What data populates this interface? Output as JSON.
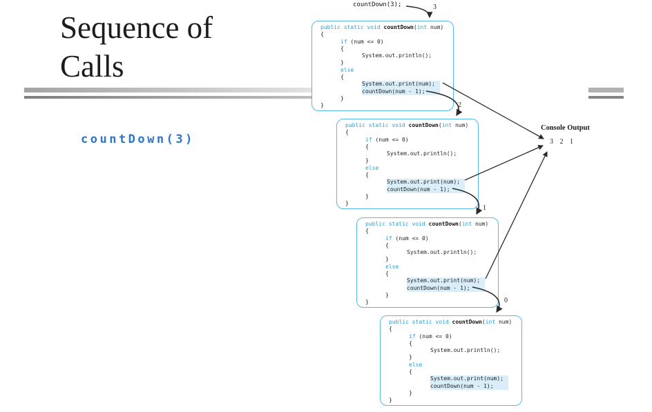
{
  "slide": {
    "title_line1": "Sequence of",
    "title_line2": "Calls",
    "call_text": "countDown(3)"
  },
  "figure": {
    "initial_call": "countDown(3);",
    "arrow_labels": [
      "3",
      "2",
      "1",
      "0"
    ],
    "console": {
      "title": "Console Output",
      "output": "3  2  1"
    },
    "frames": [
      "countDown(3) activation",
      "countDown(2) activation",
      "countDown(1) activation",
      "countDown(0) activation"
    ],
    "code_lines": [
      {
        "ind": 0,
        "hl": false,
        "tok": [
          [
            "k",
            "public static void "
          ],
          [
            "b",
            "countDown"
          ],
          [
            "p",
            "("
          ],
          [
            "k",
            "int"
          ],
          [
            "p",
            " num)"
          ]
        ]
      },
      {
        "ind": 0,
        "hl": false,
        "tok": [
          [
            "p",
            "{"
          ]
        ]
      },
      {
        "ind": 1,
        "hl": false,
        "tok": [
          [
            "k",
            "if"
          ],
          [
            "p",
            " (num <= 0)"
          ]
        ]
      },
      {
        "ind": 1,
        "hl": false,
        "tok": [
          [
            "p",
            "{"
          ]
        ]
      },
      {
        "ind": 2,
        "hl": false,
        "tok": [
          [
            "p",
            "System.out.println();"
          ]
        ]
      },
      {
        "ind": 1,
        "hl": false,
        "tok": [
          [
            "p",
            "}"
          ]
        ]
      },
      {
        "ind": 1,
        "hl": false,
        "tok": [
          [
            "k",
            "else"
          ]
        ]
      },
      {
        "ind": 1,
        "hl": false,
        "tok": [
          [
            "p",
            "{"
          ]
        ]
      },
      {
        "ind": 2,
        "hl": true,
        "tok": [
          [
            "p",
            "System.out.print(num);"
          ]
        ]
      },
      {
        "ind": 2,
        "hl": true,
        "tok": [
          [
            "p",
            "countDown(num - 1);"
          ]
        ]
      },
      {
        "ind": 1,
        "hl": false,
        "tok": [
          [
            "p",
            "}"
          ]
        ]
      },
      {
        "ind": 0,
        "hl": false,
        "tok": [
          [
            "p",
            "}"
          ]
        ]
      }
    ],
    "colors": {
      "keyword": "#2aa0d8",
      "frame_border": "#52b9e9",
      "highlight": "#d9eef9",
      "call_blue": "#2e74c9"
    }
  }
}
